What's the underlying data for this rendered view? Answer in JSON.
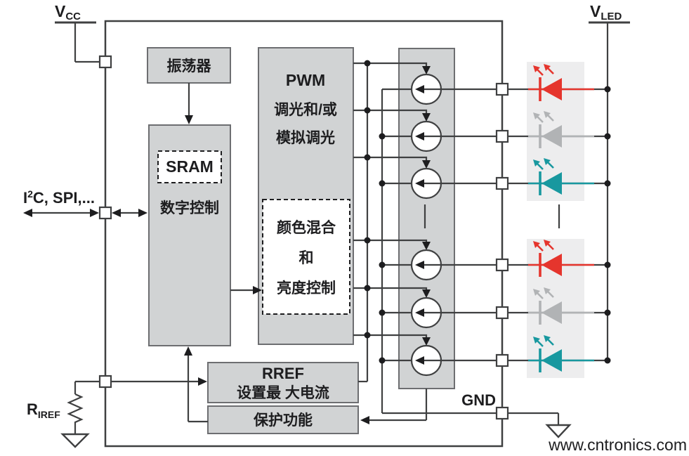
{
  "labels": {
    "vcc_main": "V",
    "vcc_sub": "CC",
    "vled_main": "V",
    "vled_sub": "LED",
    "gnd": "GND",
    "riref_main": "R",
    "riref_sub": "IREF",
    "iface_i": "I",
    "iface_sup": "2",
    "iface_rest": "C, SPI,...",
    "oscillator": "振荡器",
    "sram": "SRAM",
    "digital_control": "数字控制",
    "pwm_title": "PWM",
    "pwm_line2": "调光和/或",
    "pwm_line3": "模拟调光",
    "mix_line1": "颜色混合",
    "mix_line2": "和",
    "mix_line3": "亮度控制",
    "rref_title": "RREF",
    "rref_subtitle": "设置最 大电流",
    "protection": "保护功能",
    "watermark": "www.cntronics.com"
  },
  "colors": {
    "box_fill": "#d1d3d4",
    "box_border": "#6d6e71",
    "line": "#3f4041",
    "led_bg": "#ededee",
    "red": "#e5352d",
    "gray": "#b1b3b5",
    "teal": "#18989f",
    "watermark": "#bfe3ad"
  },
  "channels": [
    {
      "color": "red"
    },
    {
      "color": "gray"
    },
    {
      "color": "teal"
    },
    {
      "color": "red"
    },
    {
      "color": "gray"
    },
    {
      "color": "teal"
    }
  ]
}
